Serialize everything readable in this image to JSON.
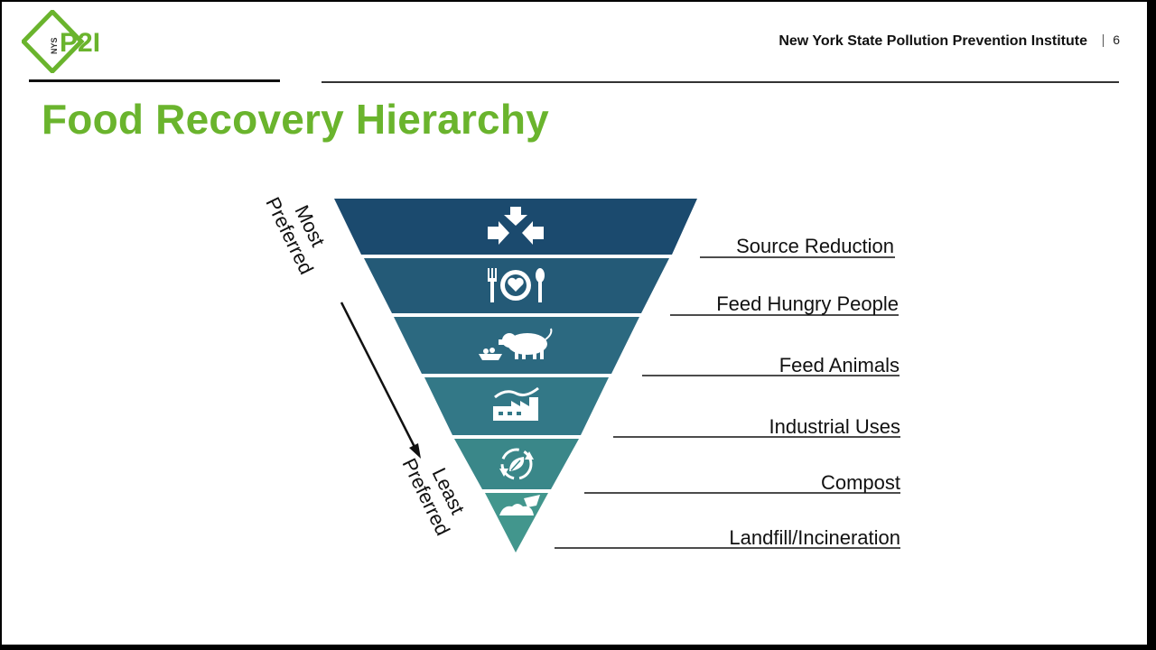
{
  "header": {
    "logo_text": "P2I",
    "logo_small": "NYS",
    "org_name": "New York State Pollution Prevention Institute",
    "page_number": "6"
  },
  "title": "Food Recovery Hierarchy",
  "hierarchy": {
    "most_line1": "Most",
    "most_line2": "Preferred",
    "least_line1": "Least",
    "least_line2": "Preferred",
    "levels": [
      {
        "label": "Source Reduction",
        "color": "#1b4a6e",
        "icon": "converging-arrows-icon"
      },
      {
        "label": "Feed Hungry People",
        "color": "#245a77",
        "icon": "plate-utensils-icon"
      },
      {
        "label": "Feed Animals",
        "color": "#2c6980",
        "icon": "pig-icon"
      },
      {
        "label": "Industrial Uses",
        "color": "#337887",
        "icon": "factory-icon"
      },
      {
        "label": "Compost",
        "color": "#3a8789",
        "icon": "recycle-leaf-icon"
      },
      {
        "label": "Landfill/Incineration",
        "color": "#42968d",
        "icon": "landfill-icon"
      }
    ]
  },
  "colors": {
    "title_green": "#6ab42d",
    "logo_green": "#6ab42d",
    "stroke": "#111111"
  }
}
